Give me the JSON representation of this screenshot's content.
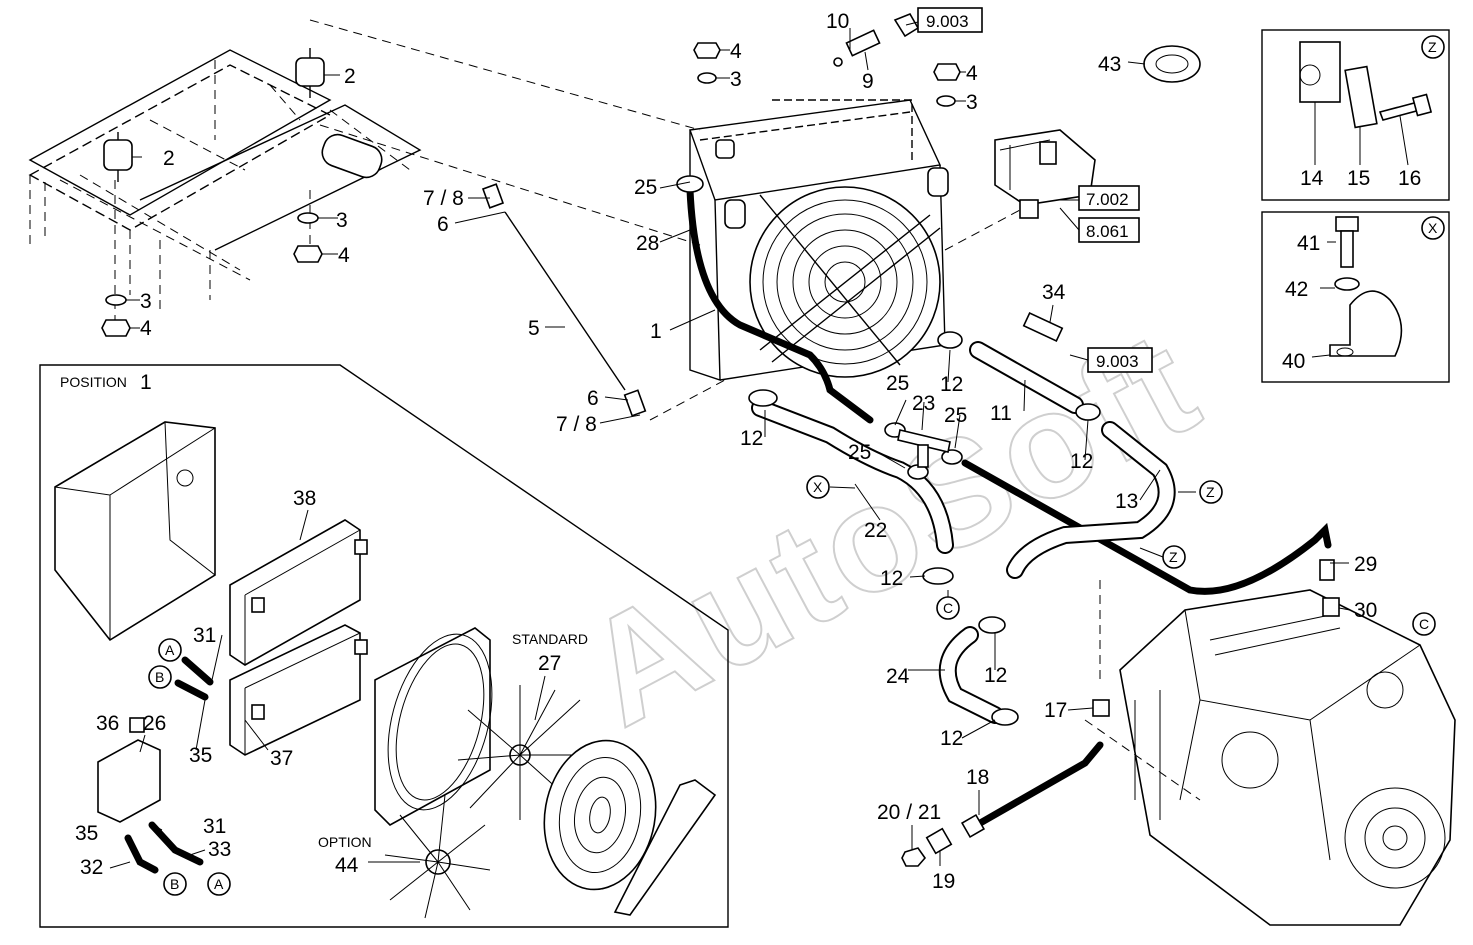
{
  "watermark": "AutoSoft",
  "labels": {
    "l1": "1",
    "l2a": "2",
    "l2b": "2",
    "l3a": "3",
    "l3b": "3",
    "l3c": "3",
    "l3d": "3",
    "l4a": "4",
    "l4b": "4",
    "l4c": "4",
    "l4d": "4",
    "l5": "5",
    "l6a": "6",
    "l6b": "6",
    "l78a": "7 / 8",
    "l78b": "7 / 8",
    "l9": "9",
    "l10": "10",
    "l11": "11",
    "l12a": "12",
    "l12b": "12",
    "l12c": "12",
    "l12d": "12",
    "l12e": "12",
    "l12f": "12",
    "l13": "13",
    "l14": "14",
    "l15": "15",
    "l16": "16",
    "l17": "17",
    "l18": "18",
    "l19": "19",
    "l2021": "20 / 21",
    "l22": "22",
    "l23": "23",
    "l24": "24",
    "l25a": "25",
    "l25b": "25",
    "l25c": "25",
    "l25d": "25",
    "l26": "26",
    "l27": "27",
    "l28": "28",
    "l29": "29",
    "l30": "30",
    "l31a": "31",
    "l31b": "31",
    "l32": "32",
    "l33": "33",
    "l34": "34",
    "l35a": "35",
    "l35b": "35",
    "l36": "36",
    "l37": "37",
    "l38": "38",
    "l40": "40",
    "l41": "41",
    "l42": "42",
    "l43": "43",
    "l44": "44"
  },
  "refs": {
    "r9003a": "9.003",
    "r9003b": "9.003",
    "r7002": "7.002",
    "r8061": "8.061"
  },
  "circles": {
    "cZ1": "Z",
    "cZ2": "Z",
    "cZ3": "Z",
    "cX1": "X",
    "cX2": "X",
    "cC1": "C",
    "cC2": "C",
    "cA1": "A",
    "cA2": "A",
    "cB1": "B",
    "cB2": "B"
  },
  "inset": {
    "position_label": "POSITION",
    "position_number": "1",
    "standard_label": "STANDARD",
    "option_label": "OPTION"
  }
}
